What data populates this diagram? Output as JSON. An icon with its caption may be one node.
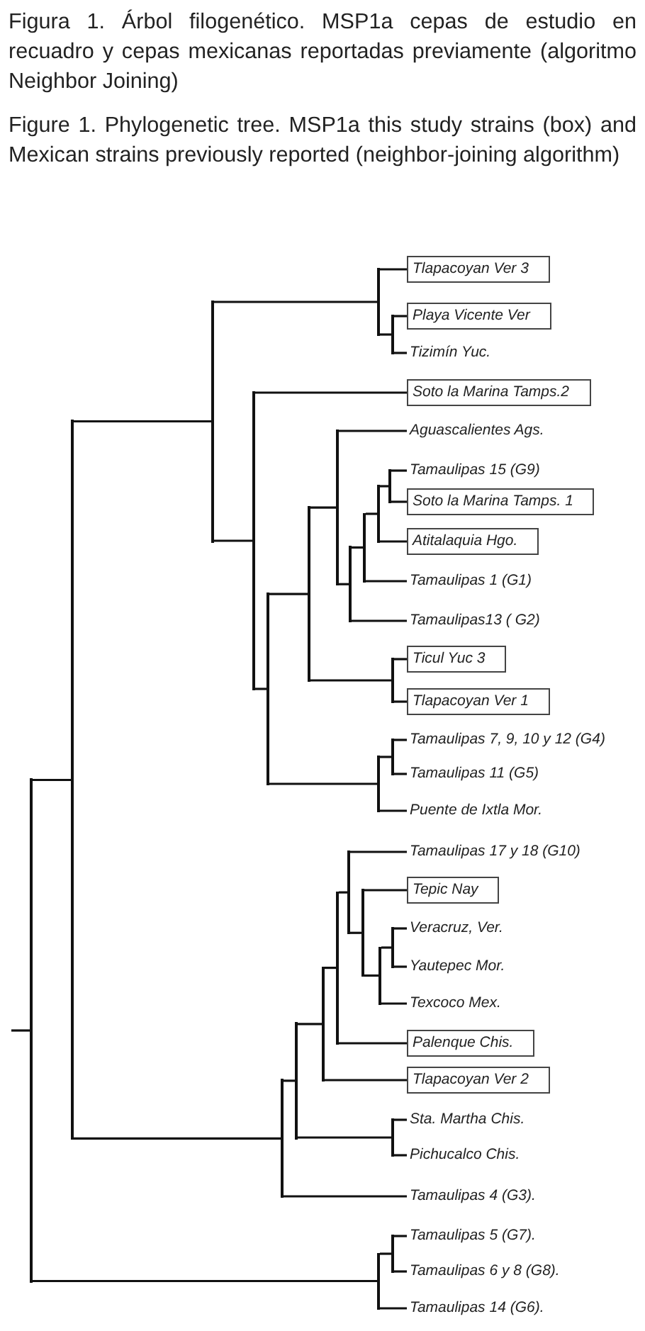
{
  "diagram": {
    "nodes": [
      {
        "text": [],
        "shape": "bar"
      },
      {
        "text": [],
        "shape": "bar"
      },
      {
        "text": [],
        "shape": "bar"
      },
      {
        "text": [],
        "shape": "bar"
      },
      {
        "text": [
          "Tlapacoyan Ver 3"
        ]
      },
      {
        "text": [],
        "shape": "bar"
      },
      {
        "text": [
          "Playa Vicente Ver"
        ]
      },
      {
        "text": [
          "Tizimín Yuc."
        ]
      },
      {
        "text": [],
        "shape": "bar"
      },
      {
        "text": [
          "Soto la Marina Tamps.2"
        ]
      },
      {
        "text": [],
        "shape": "bar"
      },
      {
        "text": [],
        "shape": "bar"
      },
      {
        "text": [],
        "shape": "bar"
      },
      {
        "text": [
          "Aguascalientes Ags."
        ]
      },
      {
        "text": [],
        "shape": "bar"
      },
      {
        "text": [],
        "shape": "bar"
      },
      {
        "text": [],
        "shape": "bar"
      },
      {
        "text": [],
        "shape": "bar"
      },
      {
        "text": [
          "Tamaulipas 15 (G9)"
        ]
      },
      {
        "text": [
          "Soto la Marina Tamps. 1"
        ]
      },
      {
        "text": [
          "Atitalaquia Hgo."
        ]
      },
      {
        "text": [
          "Tamaulipas 1 (G1)"
        ]
      },
      {
        "text": [
          "Tamaulipas13 ( G2)"
        ]
      },
      {
        "text": [],
        "shape": "bar"
      },
      {
        "text": [
          "Ticul Yuc 3"
        ]
      },
      {
        "text": [
          "Tlapacoyan Ver 1"
        ]
      },
      {
        "text": [],
        "shape": "bar"
      },
      {
        "text": [],
        "shape": "bar"
      },
      {
        "text": [
          "Tamaulipas 7, 9, 10 y 12 (G4)"
        ]
      },
      {
        "text": [
          "Tamaulipas 11 (G5)"
        ]
      },
      {
        "text": [
          "Puente de Ixtla Mor."
        ]
      },
      {
        "text": [],
        "shape": "bar"
      },
      {
        "text": [],
        "shape": "bar"
      },
      {
        "text": [],
        "shape": "bar"
      },
      {
        "text": [],
        "shape": "bar"
      },
      {
        "text": [],
        "shape": "bar"
      },
      {
        "text": [
          "Tamaulipas 17 y 18 (G10)"
        ]
      },
      {
        "text": [],
        "shape": "bar"
      },
      {
        "text": [
          "Tepic Nay"
        ]
      },
      {
        "text": [],
        "shape": "bar"
      },
      {
        "text": [],
        "shape": "bar"
      },
      {
        "text": [
          "Veracruz, Ver."
        ]
      },
      {
        "text": [
          "Yautepec Mor."
        ]
      },
      {
        "text": [
          "Texcoco Mex."
        ]
      },
      {
        "text": [
          "Palenque Chis."
        ]
      },
      {
        "text": [
          "Tlapacoyan Ver 2"
        ]
      },
      {
        "text": [],
        "shape": "bar"
      },
      {
        "text": [
          "Sta. Martha Chis."
        ]
      },
      {
        "text": [
          "Pichucalco Chis."
        ]
      },
      {
        "text": [
          "Tamaulipas 4 (G3)."
        ]
      },
      {
        "text": [],
        "shape": "bar"
      },
      {
        "text": [],
        "shape": "bar"
      },
      {
        "text": [
          "Tamaulipas 5 (G7)."
        ]
      },
      {
        "text": [
          "Tamaulipas 6 y 8 (G8)."
        ]
      },
      {
        "text": [
          "Tamaulipas 14 (G6)."
        ]
      }
    ],
    "edges": [
      {
        "from": null,
        "to": 0,
        "arrow": "none"
      },
      {
        "from": 0,
        "to": 1,
        "arrow": "none"
      },
      {
        "from": 1,
        "to": 2,
        "arrow": "none"
      },
      {
        "from": 2,
        "to": 3,
        "arrow": "none"
      },
      {
        "from": 3,
        "to": 4,
        "arrow": "none"
      },
      {
        "from": 3,
        "to": 5,
        "arrow": "none"
      },
      {
        "from": 5,
        "to": 6,
        "arrow": "none"
      },
      {
        "from": 5,
        "to": 7,
        "arrow": "none"
      },
      {
        "from": 2,
        "to": 8,
        "arrow": "none"
      },
      {
        "from": 8,
        "to": 9,
        "arrow": "none"
      },
      {
        "from": 8,
        "to": 10,
        "arrow": "none"
      },
      {
        "from": 10,
        "to": 11,
        "arrow": "none"
      },
      {
        "from": 11,
        "to": 12,
        "arrow": "none"
      },
      {
        "from": 12,
        "to": 13,
        "arrow": "none"
      },
      {
        "from": 12,
        "to": 14,
        "arrow": "none"
      },
      {
        "from": 14,
        "to": 15,
        "arrow": "none"
      },
      {
        "from": 15,
        "to": 16,
        "arrow": "none"
      },
      {
        "from": 16,
        "to": 17,
        "arrow": "none"
      },
      {
        "from": 17,
        "to": 18,
        "arrow": "none"
      },
      {
        "from": 17,
        "to": 19,
        "arrow": "none"
      },
      {
        "from": 16,
        "to": 20,
        "arrow": "none"
      },
      {
        "from": 15,
        "to": 21,
        "arrow": "none"
      },
      {
        "from": 14,
        "to": 22,
        "arrow": "none"
      },
      {
        "from": 11,
        "to": 23,
        "arrow": "none"
      },
      {
        "from": 23,
        "to": 24,
        "arrow": "none"
      },
      {
        "from": 23,
        "to": 25,
        "arrow": "none"
      },
      {
        "from": 10,
        "to": 26,
        "arrow": "none"
      },
      {
        "from": 26,
        "to": 27,
        "arrow": "none"
      },
      {
        "from": 27,
        "to": 28,
        "arrow": "none"
      },
      {
        "from": 27,
        "to": 29,
        "arrow": "none"
      },
      {
        "from": 26,
        "to": 30,
        "arrow": "none"
      },
      {
        "from": 1,
        "to": 31,
        "arrow": "none"
      },
      {
        "from": 31,
        "to": 32,
        "arrow": "none"
      },
      {
        "from": 32,
        "to": 33,
        "arrow": "none"
      },
      {
        "from": 33,
        "to": 34,
        "arrow": "none"
      },
      {
        "from": 34,
        "to": 35,
        "arrow": "none"
      },
      {
        "from": 35,
        "to": 36,
        "arrow": "none"
      },
      {
        "from": 35,
        "to": 37,
        "arrow": "none"
      },
      {
        "from": 37,
        "to": 38,
        "arrow": "none"
      },
      {
        "from": 37,
        "to": 39,
        "arrow": "none"
      },
      {
        "from": 39,
        "to": 40,
        "arrow": "none"
      },
      {
        "from": 40,
        "to": 41,
        "arrow": "none"
      },
      {
        "from": 40,
        "to": 42,
        "arrow": "none"
      },
      {
        "from": 39,
        "to": 43,
        "arrow": "none"
      },
      {
        "from": 34,
        "to": 44,
        "arrow": "none"
      },
      {
        "from": 33,
        "to": 45,
        "arrow": "none"
      },
      {
        "from": 32,
        "to": 46,
        "arrow": "none"
      },
      {
        "from": 46,
        "to": 47,
        "arrow": "none"
      },
      {
        "from": 46,
        "to": 48,
        "arrow": "none"
      },
      {
        "from": 31,
        "to": 49,
        "arrow": "none"
      },
      {
        "from": 0,
        "to": 50,
        "arrow": "none"
      },
      {
        "from": 50,
        "to": 51,
        "arrow": "none"
      },
      {
        "from": 51,
        "to": 52,
        "arrow": "none"
      },
      {
        "from": 51,
        "to": 53,
        "arrow": "none"
      },
      {
        "from": 50,
        "to": 54,
        "arrow": "none"
      }
    ],
    "labels": [
      "Figura 1. Árbol filogenético. MSP1a cepas de estudio en recuadro y cepas mexicanas reportadas previamente (algoritmo Neighbor Joining)",
      "Figure 1. Phylogenetic tree. MSP1a this study strains (box) and Mexican strains previously reported (neighbor-joining algorithm)"
    ]
  }
}
